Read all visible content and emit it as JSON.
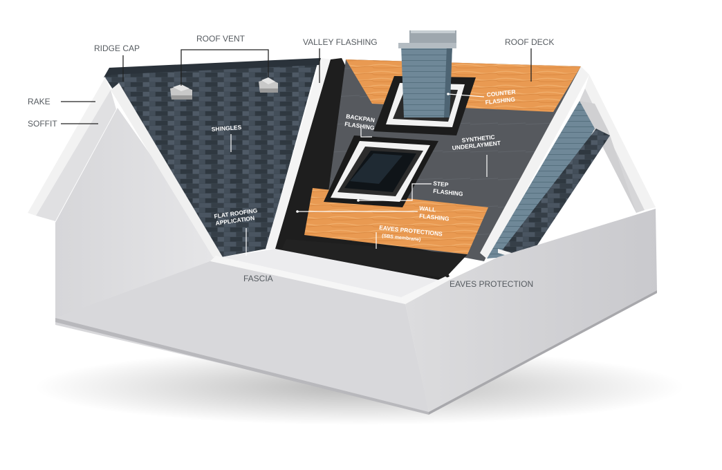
{
  "labels": {
    "ridge_cap": "RIDGE CAP",
    "roof_vent": "ROOF VENT",
    "valley_flashing": "VALLEY FLASHING",
    "roof_deck": "ROOF DECK",
    "rake": "RAKE",
    "soffit": "SOFFIT",
    "fascia": "FASCIA",
    "eaves_protection": "EAVES PROTECTION",
    "shingles": "SHINGLES",
    "flat_roofing": [
      "FLAT ROOFING",
      "APPLICATION"
    ],
    "counter_flashing": [
      "COUNTER",
      "FLASHING"
    ],
    "backpan_flashing": [
      "BACKPAN",
      "FLASHING"
    ],
    "synthetic_underlayment": [
      "SYNTHETIC",
      "UNDERLAYMENT"
    ],
    "step_flashing": [
      "STEP",
      "FLASHING"
    ],
    "wall_flashing": [
      "WALL",
      "FLASHING"
    ],
    "eaves_protections_sbs": [
      "EAVES PROTECTIONS",
      "(SBS membrane)"
    ]
  },
  "colors": {
    "shingle": "#3c4650",
    "shingle_dark": "#2c343c",
    "wall": "#dcdcde",
    "wall_shadow": "#c4c4c8",
    "trim": "#f4f4f4",
    "deck": "#e9974d",
    "underlayment": "#55595e",
    "membrane": "#1e1e1e",
    "chimney": "#5a7282",
    "siding": "#6f8898"
  },
  "icons": {
    "roof_vent": "roof-vent-icon",
    "skylight": "skylight-icon",
    "chimney": "chimney-icon"
  }
}
